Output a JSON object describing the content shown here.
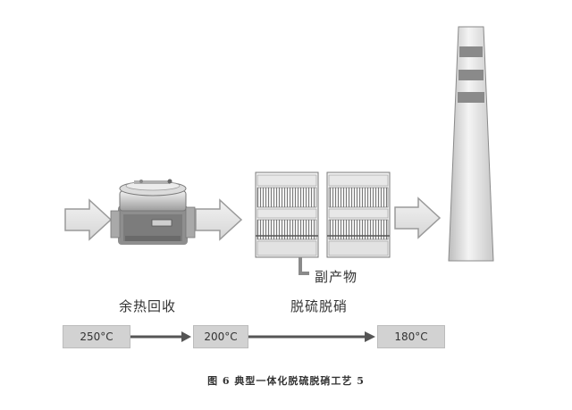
{
  "labels": {
    "byproduct": "副产物",
    "heat_recovery": "余热回收",
    "desulf_denitr": "脱硫脱硝"
  },
  "temperatures": {
    "t1": "250°C",
    "t2": "200°C",
    "t3": "180°C"
  },
  "caption": "图 6 典型一体化脱硫脱硝工艺 5",
  "colors": {
    "arrow_fill": "#e6e6e6",
    "arrow_stroke": "#9a9a9a",
    "box_fill": "#d2d2d2",
    "line": "#555555",
    "chimney_band": "#8a8a8a"
  }
}
